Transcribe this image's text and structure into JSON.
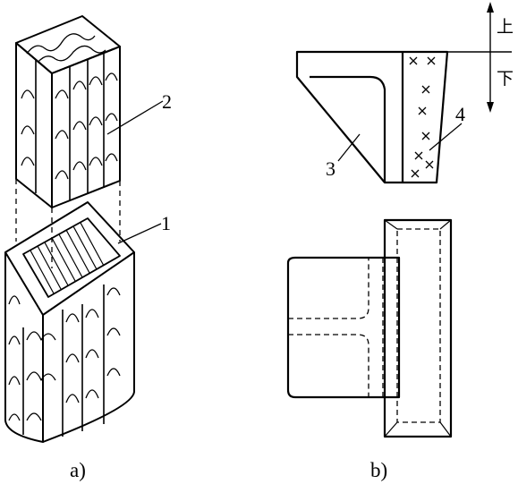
{
  "figure_a": {
    "caption": "a)",
    "callouts": [
      {
        "label": "2"
      },
      {
        "label": "1"
      }
    ]
  },
  "figure_b": {
    "caption": "b)",
    "callouts": [
      {
        "label": "3"
      },
      {
        "label": "4"
      }
    ],
    "direction_up": "上",
    "direction_down": "下"
  },
  "colors": {
    "ink": "#000000",
    "paper": "#ffffff"
  }
}
